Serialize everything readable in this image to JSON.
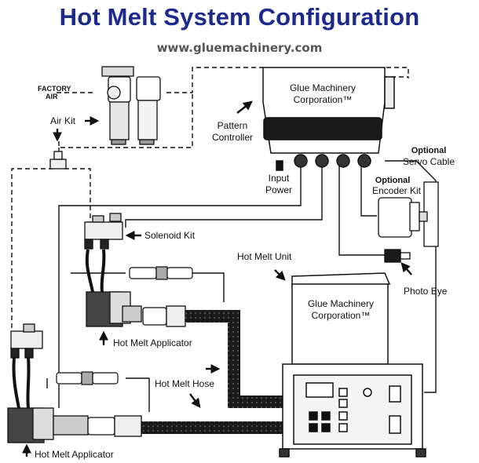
{
  "header": {
    "title": "Hot Melt System Configuration",
    "url": "www.gluemachinery.com"
  },
  "labels": {
    "factory_air_line1": "FACTORY",
    "factory_air_line2": "AIR",
    "air_kit": "Air Kit",
    "pattern_line1": "Pattern",
    "pattern_line2": "Controller",
    "controller_brand_line1": "Glue Machinery",
    "controller_brand_line2": "Corporation™",
    "optional_servo_line1": "Optional",
    "optional_servo_line2": "Servo Cable",
    "input_power_line1": "Input",
    "input_power_line2": "Power",
    "optional_encoder_line1": "Optional",
    "optional_encoder_line2": "Encoder Kit",
    "solenoid_kit": "Solenoid Kit",
    "hot_melt_unit": "Hot Melt Unit",
    "unit_brand_line1": "Glue Machinery",
    "unit_brand_line2": "Corporation™",
    "photo_eye": "Photo Eye",
    "hot_melt_applicator_upper": "Hot Melt Applicator",
    "hot_melt_hose": "Hot Melt Hose",
    "hot_melt_applicator_lower": "Hot Melt Applicator"
  },
  "icons": [
    "arrow-icon",
    "hose-coil-icon",
    "air-filter-icon",
    "solenoid-valve-icon",
    "encoder-icon",
    "photo-eye-icon"
  ],
  "colors": {
    "title": "#1c2a8c",
    "line": "#111111",
    "hose": "#1a1a1a",
    "panel": "#ffffff"
  }
}
